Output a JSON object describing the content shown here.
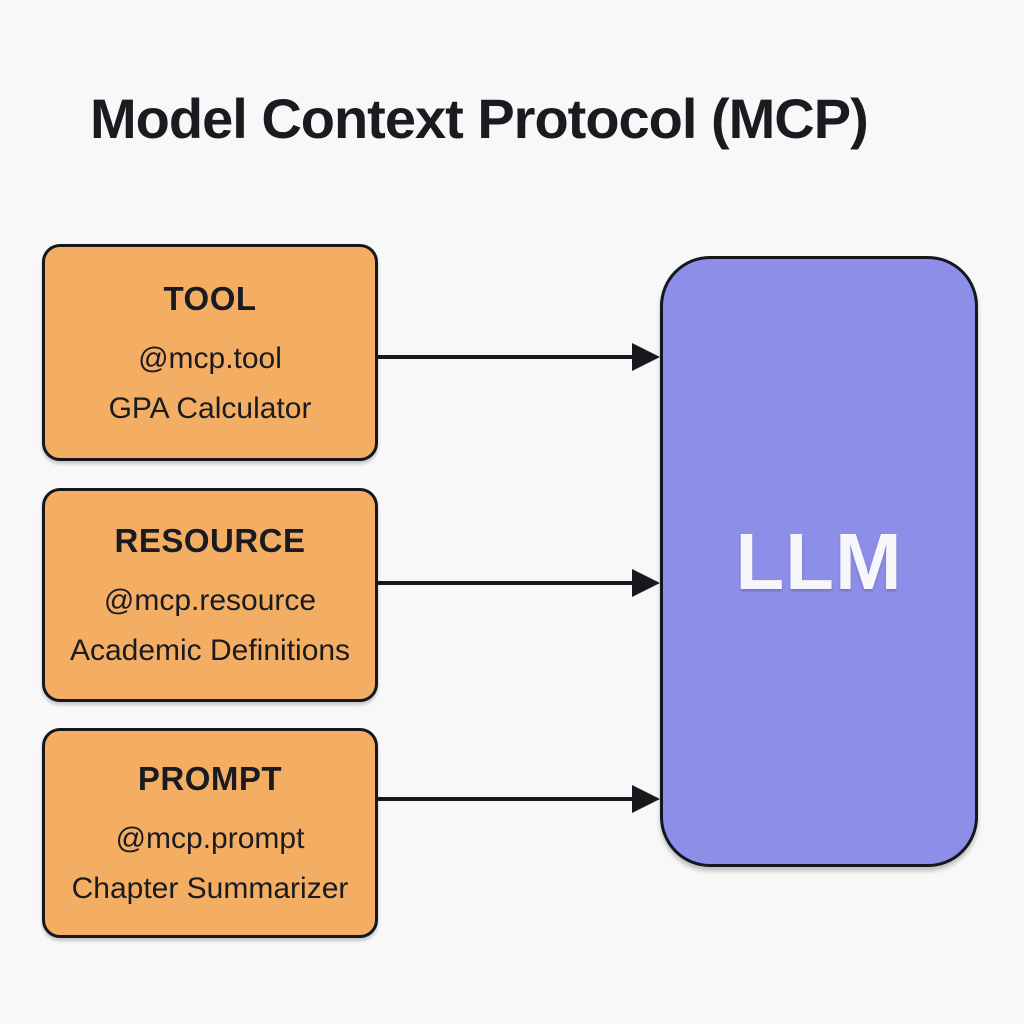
{
  "title": "Model Context Protocol (MCP)",
  "llm": {
    "label": "LLM"
  },
  "nodes": [
    {
      "heading": "TOOL",
      "decorator": "@mcp.tool",
      "example": "GPA Calculator"
    },
    {
      "heading": "RESOURCE",
      "decorator": "@mcp.resource",
      "example": "Academic Definitions"
    },
    {
      "heading": "PROMPT",
      "decorator": "@mcp.prompt",
      "example": "Chapter Summarizer"
    }
  ],
  "colors": {
    "background": "#F8F8F8",
    "node_fill": "#F4AE63",
    "llm_fill": "#8C8EE7",
    "outline": "#14171E",
    "text": "#191B20",
    "llm_text": "#F6F6FB",
    "arrow": "#16181D"
  }
}
